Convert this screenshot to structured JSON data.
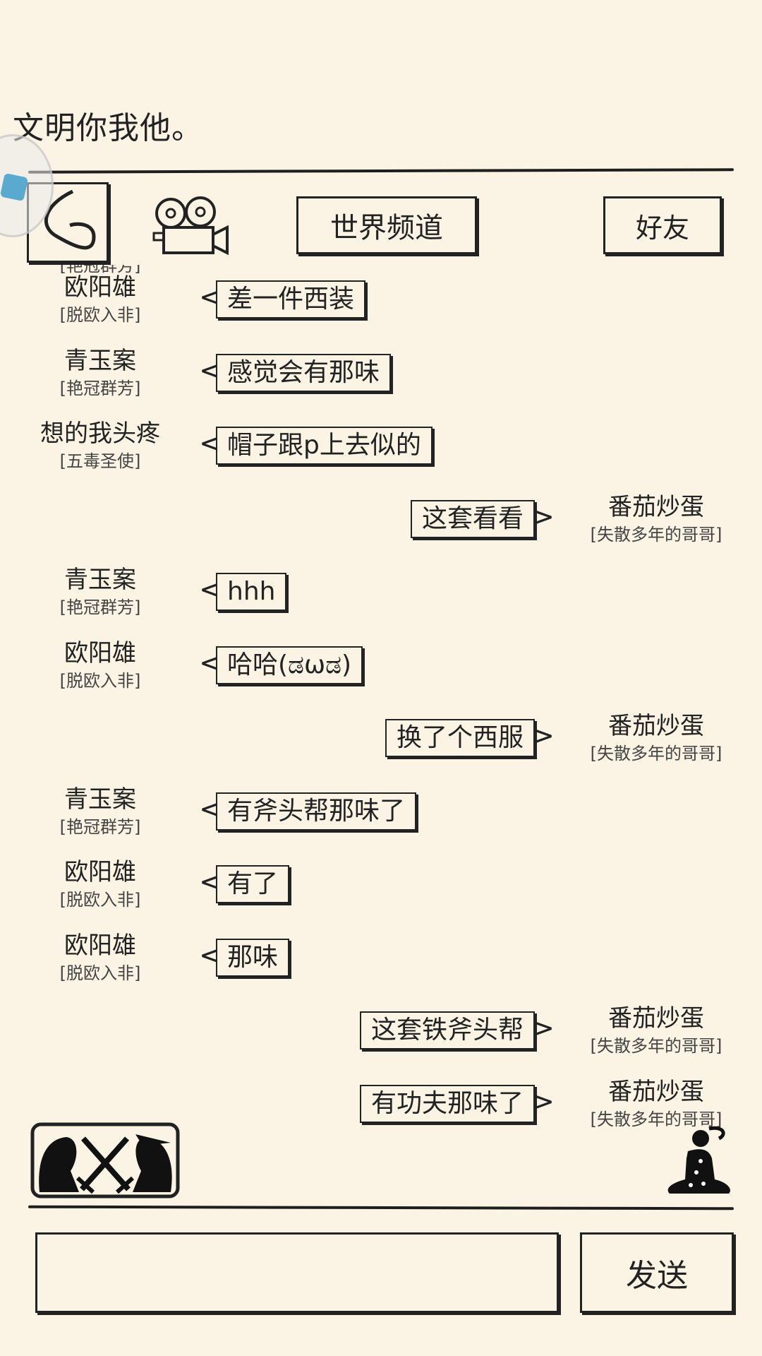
{
  "top_text": "文明你我他。",
  "header": {
    "world_channel": "世界频道",
    "friends": "好友"
  },
  "partial_top_title": "[艳冠群芳]",
  "messages": [
    {
      "side": "left",
      "name": "欧阳雄",
      "title": "[脱欧入非]",
      "text": "差一件西装"
    },
    {
      "side": "left",
      "name": "青玉案",
      "title": "[艳冠群芳]",
      "text": "感觉会有那味"
    },
    {
      "side": "left",
      "name": "想的我头疼",
      "title": "[五毒圣使]",
      "text": "帽子跟p上去似的"
    },
    {
      "side": "right",
      "name": "番茄炒蛋",
      "title": "[失散多年的哥哥]",
      "text": "这套看看"
    },
    {
      "side": "left",
      "name": "青玉案",
      "title": "[艳冠群芳]",
      "text": "hhh"
    },
    {
      "side": "left",
      "name": "欧阳雄",
      "title": "[脱欧入非]",
      "text": "哈哈(ಡωಡ)"
    },
    {
      "side": "right",
      "name": "番茄炒蛋",
      "title": "[失散多年的哥哥]",
      "text": "换了个西服"
    },
    {
      "side": "left",
      "name": "青玉案",
      "title": "[艳冠群芳]",
      "text": "有斧头帮那味了"
    },
    {
      "side": "left",
      "name": "欧阳雄",
      "title": "[脱欧入非]",
      "text": "有了"
    },
    {
      "side": "left",
      "name": "欧阳雄",
      "title": "[脱欧入非]",
      "text": "那味"
    },
    {
      "side": "right",
      "name": "番茄炒蛋",
      "title": "[失散多年的哥哥]",
      "text": "这套铁斧头帮"
    },
    {
      "side": "right",
      "name": "番茄炒蛋",
      "title": "[失散多年的哥哥]",
      "text": "有功夫那味了"
    }
  ],
  "input": {
    "value": "",
    "placeholder": ""
  },
  "send_label": "发送",
  "icons": {
    "back": "back-heart-icon",
    "camera": "film-camera-icon",
    "battle": "crossed-swords-icon",
    "meditate": "meditating-figure-icon"
  }
}
